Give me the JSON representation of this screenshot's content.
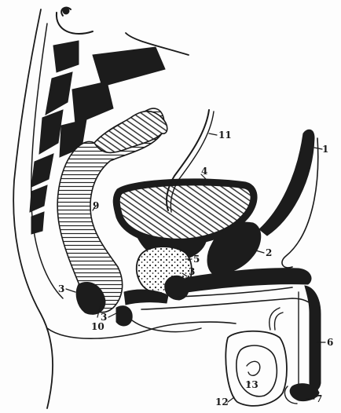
{
  "labels": [
    {
      "id": "1",
      "text": "1"
    },
    {
      "id": "2",
      "text": "2"
    },
    {
      "id": "3a",
      "text": "3"
    },
    {
      "id": "3b",
      "text": "3"
    },
    {
      "id": "3c",
      "text": "3"
    },
    {
      "id": "4",
      "text": "4"
    },
    {
      "id": "5",
      "text": "5"
    },
    {
      "id": "6",
      "text": "6"
    },
    {
      "id": "7",
      "text": "7"
    },
    {
      "id": "9",
      "text": "9"
    },
    {
      "id": "10",
      "text": "10"
    },
    {
      "id": "11",
      "text": "11"
    },
    {
      "id": "12",
      "text": "12"
    },
    {
      "id": "13",
      "text": "13"
    }
  ]
}
